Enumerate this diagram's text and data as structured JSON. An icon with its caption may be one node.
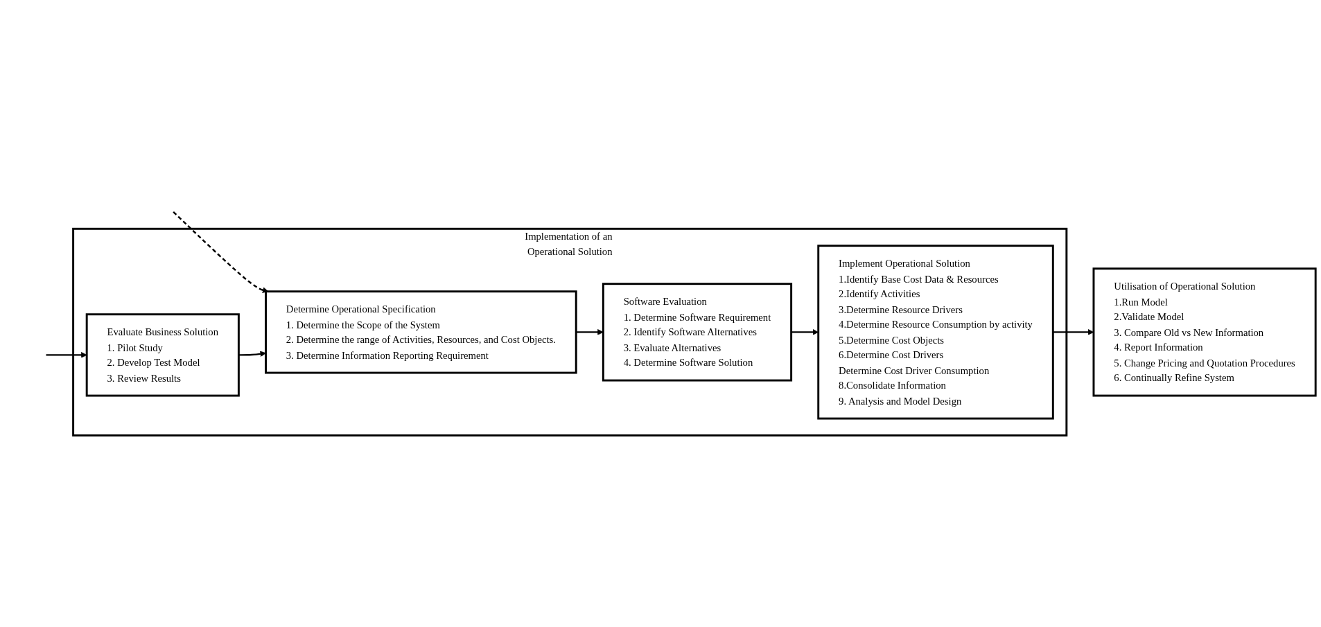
{
  "diagram": {
    "nodes": [
      {
        "text": [
          "Implementation of an Operational Solution"
        ]
      },
      {
        "text": [
          "Evaluate Business Solution",
          "1. Pilot Study",
          "2. Develop Test Model",
          "3. Review Results"
        ],
        "in": 0
      },
      {
        "text": [
          "Determine Operational Specification",
          "1. Determine the Scope of the System",
          "2. Determine the range of Activities, Resources, and Cost Objects.",
          "3. Determine Information Reporting Requirement"
        ],
        "in": 0
      },
      {
        "text": [
          "Software Evaluation",
          "1. Determine Software Requirement",
          "2. Identify Software Alternatives",
          "3. Evaluate Alternatives",
          "4. Determine Software Solution"
        ],
        "in": 0
      },
      {
        "text": [
          "Implement Operational Solution",
          "1.Identify Base Cost Data & Resources",
          "2.Identify Activities",
          "3.Determine Resource Drivers",
          "4.Determine Resource Consumption by activity",
          "5.Determine Cost Objects",
          "6.Determine Cost Drivers",
          "Determine Cost Driver Consumption",
          "8.Consolidate Information",
          "9. Analysis and  Model Design"
        ],
        "in": 0
      },
      {
        "text": [
          "Utilisation of Operational Solution",
          "1.Run Model",
          "2.Validate Model",
          "3. Compare Old vs New Information",
          "4. Report Information",
          "5. Change Pricing and Quotation Procedures",
          "6. Continually Refine System"
        ]
      }
    ],
    "edges": [
      {
        "from": null,
        "to": 1,
        "arrow": "to"
      },
      {
        "from": null,
        "to": 2,
        "arrow": "to",
        "style": "dashed"
      },
      {
        "from": 1,
        "to": 2,
        "arrow": "to"
      },
      {
        "from": 2,
        "to": 3,
        "arrow": "to"
      },
      {
        "from": 3,
        "to": 4,
        "arrow": "to"
      },
      {
        "from": 4,
        "to": 5,
        "arrow": "to"
      }
    ]
  }
}
